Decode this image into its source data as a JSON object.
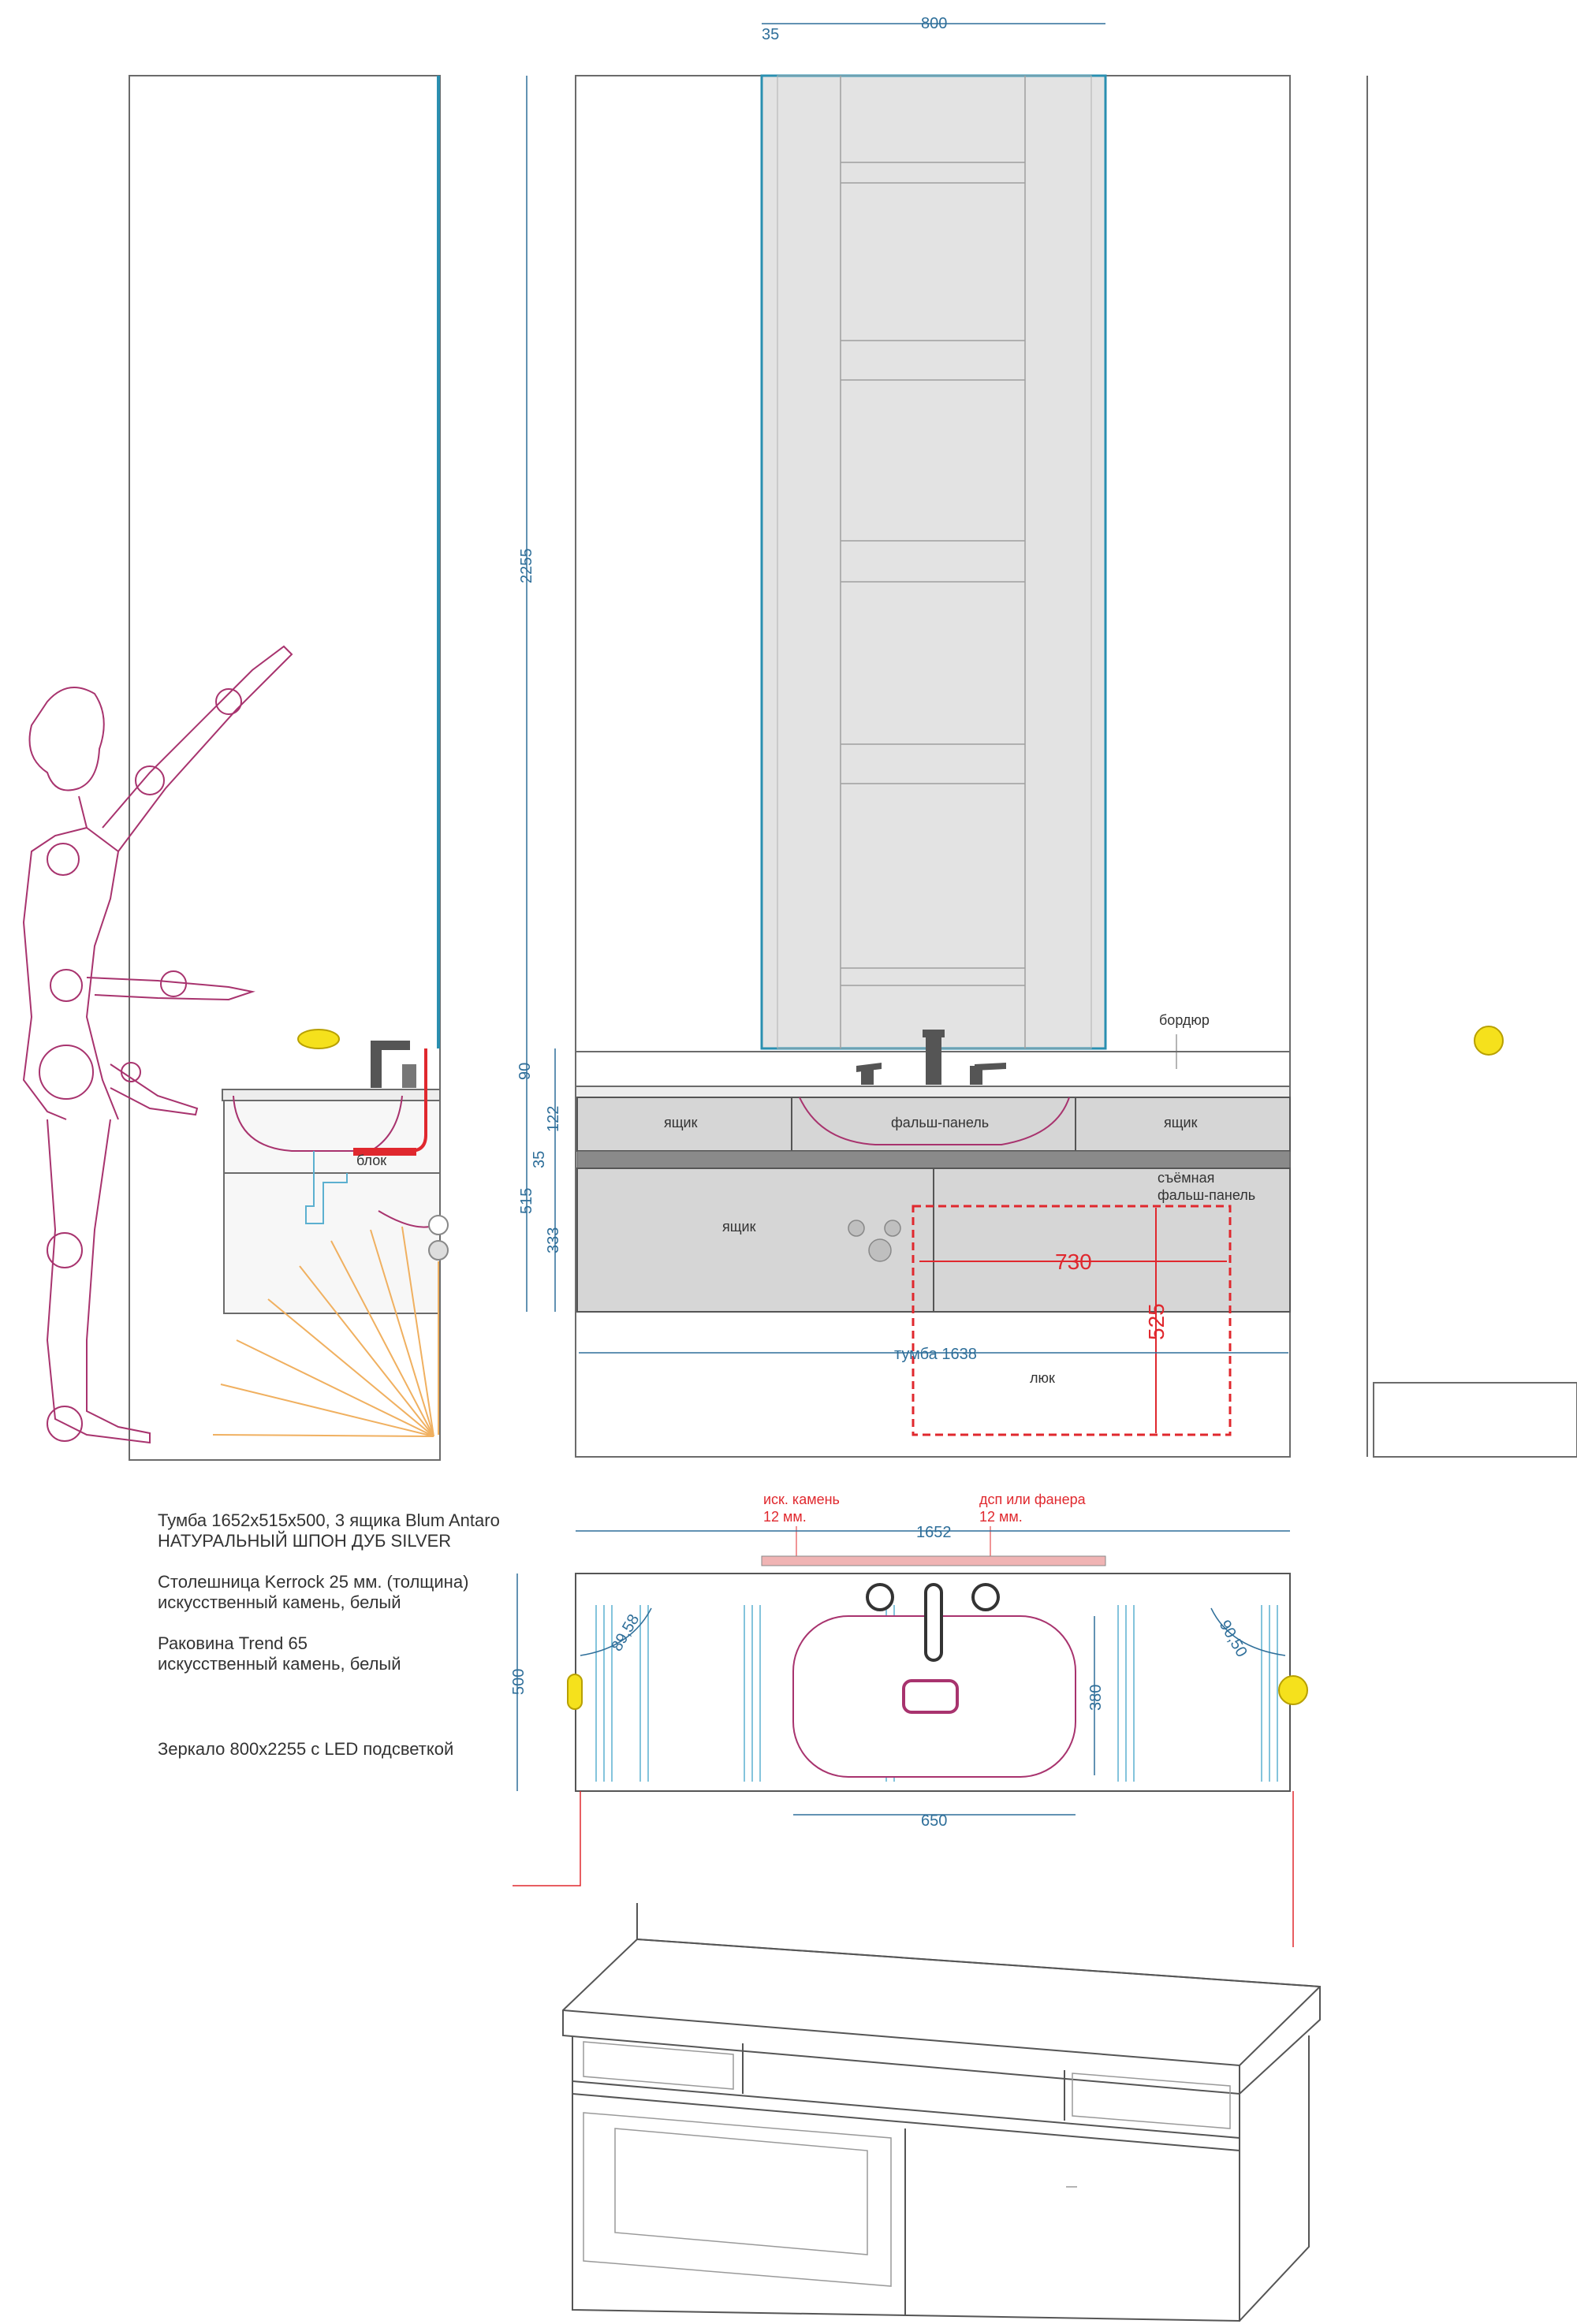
{
  "colors": {
    "dimension": "#2f6f9a",
    "line": "#6b6b6b",
    "human": "#a8336e",
    "mirror_fill": "#e3e3e3",
    "mirror_edge": "#2a8fb0",
    "cabinet_fill": "#d6d6d6",
    "accent_red": "#e0282e",
    "switch_yellow": "#f5e11c",
    "orange": "#f0b060"
  },
  "front_view": {
    "width_800": "800",
    "gap_35": "35",
    "height_2255": "2255",
    "height_90": "90",
    "height_122": "122",
    "height_35": "35",
    "height_515": "515",
    "height_333": "333",
    "label_border": "бордюр",
    "label_drawer_left": "ящик",
    "label_false_panel": "фальш-панель",
    "label_drawer_right": "ящик",
    "label_removable_1": "съёмная",
    "label_removable_2": "фальш-панель",
    "label_drawer_bottom": "ящик",
    "hatch_width": "730",
    "hatch_height": "525",
    "vanity_width": "тумба 1638",
    "label_hatch": "люк"
  },
  "side_view": {
    "label_block": "блок"
  },
  "plan_view": {
    "label_stone_1": "иск. камень",
    "label_stone_2": "12 мм.",
    "label_board_1": "дсп или фанера",
    "label_board_2": "12 мм.",
    "width_1652": "1652",
    "depth_500": "500",
    "sink_380": "380",
    "sink_650": "650",
    "radius_left": "89,58",
    "radius_right": "90,50"
  },
  "specs": {
    "line1": "Тумба 1652х515х500, 3 ящика Blum Antaro",
    "line2": "НАТУРАЛЬНЫЙ ШПОН ДУБ SILVER",
    "line3": "Столешница Kerrock 25 мм. (толщина)",
    "line4": "искусственный камень, белый",
    "line5": "Раковина Trend 65",
    "line6": "искусственный камень, белый",
    "line7": "Зеркало 800х2255 с LED подсветкой"
  }
}
